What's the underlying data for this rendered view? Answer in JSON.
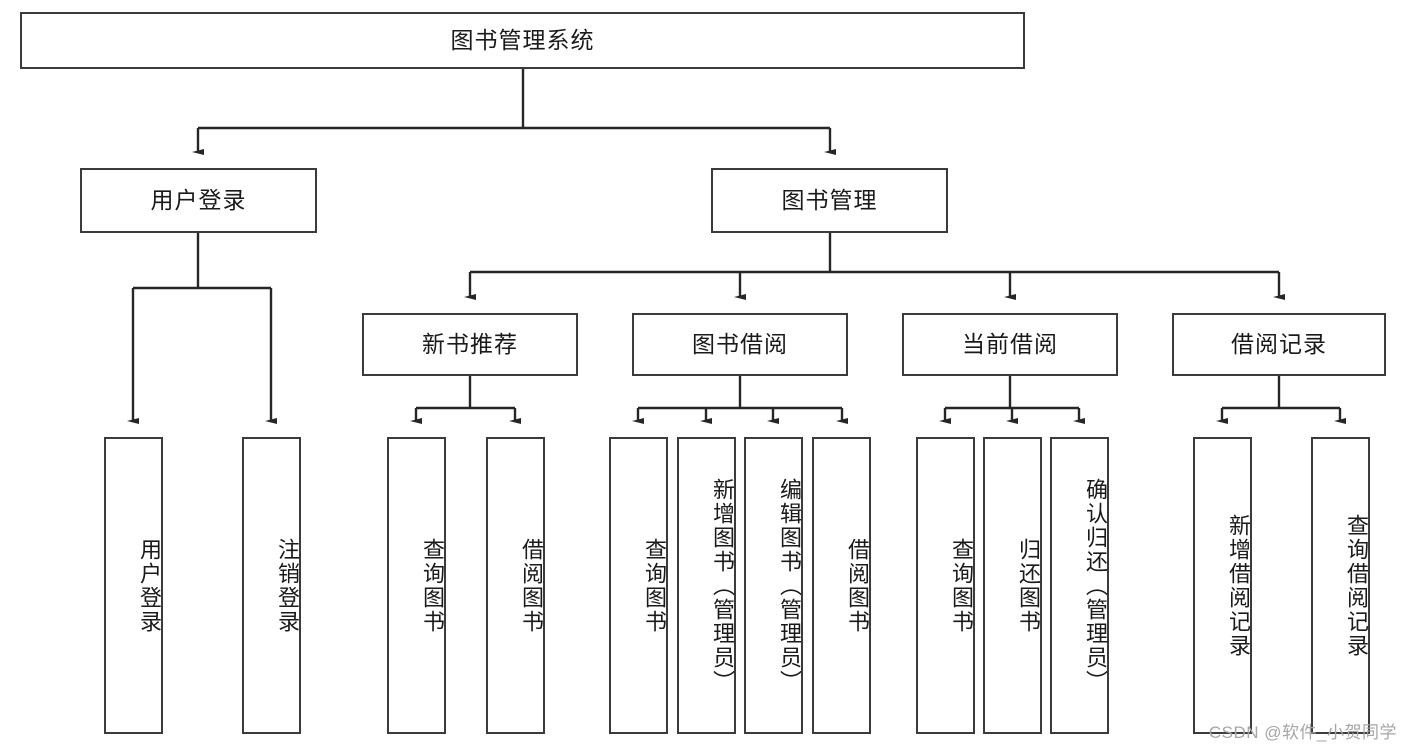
{
  "diagram": {
    "title_node": {
      "label": "图书管理系统"
    },
    "level2": [
      {
        "key": "user_login",
        "label": "用户登录"
      },
      {
        "key": "book_manage",
        "label": "图书管理"
      }
    ],
    "level3": [
      {
        "key": "new_book_rec",
        "label": "新书推荐"
      },
      {
        "key": "book_borrow",
        "label": "图书借阅"
      },
      {
        "key": "current_borrow",
        "label": "当前借阅"
      },
      {
        "key": "borrow_record",
        "label": "借阅记录"
      }
    ],
    "leaves": {
      "user_login": [
        {
          "key": "login",
          "label": "用户登录"
        },
        {
          "key": "logout",
          "label": "注销登录"
        }
      ],
      "new_book_rec": [
        {
          "key": "query_book_1",
          "label": "查询图书"
        },
        {
          "key": "borrow_book_1",
          "label": "借阅图书"
        }
      ],
      "book_borrow": [
        {
          "key": "query_book_2",
          "label": "查询图书"
        },
        {
          "key": "add_book",
          "label": "新增图书（管理员）"
        },
        {
          "key": "edit_book",
          "label": "编辑图书（管理员）"
        },
        {
          "key": "borrow_book_2",
          "label": "借阅图书"
        }
      ],
      "current_borrow": [
        {
          "key": "query_book_3",
          "label": "查询图书"
        },
        {
          "key": "return_book",
          "label": "归还图书"
        },
        {
          "key": "confirm_return",
          "label": "确认归还（管理员）"
        }
      ],
      "borrow_record": [
        {
          "key": "add_record",
          "label": "新增借阅记录"
        },
        {
          "key": "query_record",
          "label": "查询借阅记录"
        }
      ]
    }
  },
  "watermark": {
    "text": "CSDN @软件_小贺同学"
  },
  "colors": {
    "box_border": "#3b3b3b",
    "box_fill": "#ffffff",
    "line": "#262626",
    "text": "#1a1a1a",
    "watermark": "#a6a6a6"
  }
}
